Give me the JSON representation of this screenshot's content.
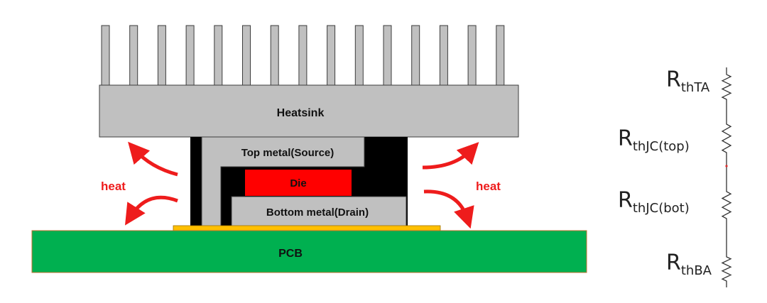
{
  "labels": {
    "heatsink": "Heatsink",
    "top_metal": "Top metal(Source)",
    "die": "Die",
    "bottom_metal": "Bottom metal(Drain)",
    "pcb": "PCB",
    "heat_left": "heat",
    "heat_right": "heat"
  },
  "resistors": [
    {
      "main": "R",
      "sub": "thTA"
    },
    {
      "main": "R",
      "sub": "thJC(top)"
    },
    {
      "main": "R",
      "sub": "thJC(bot)"
    },
    {
      "main": "R",
      "sub": "thBA"
    }
  ],
  "colors": {
    "heatsink": "#c0c0c0",
    "metal": "#c0c0c0",
    "mold": "#000000",
    "die": "#ff0000",
    "pcb": "#00b050",
    "solder": "#ffc000",
    "heat_arrow": "#ee1c1c",
    "heat_text": "#ee1c1c",
    "outline": "#3c3c3c"
  }
}
